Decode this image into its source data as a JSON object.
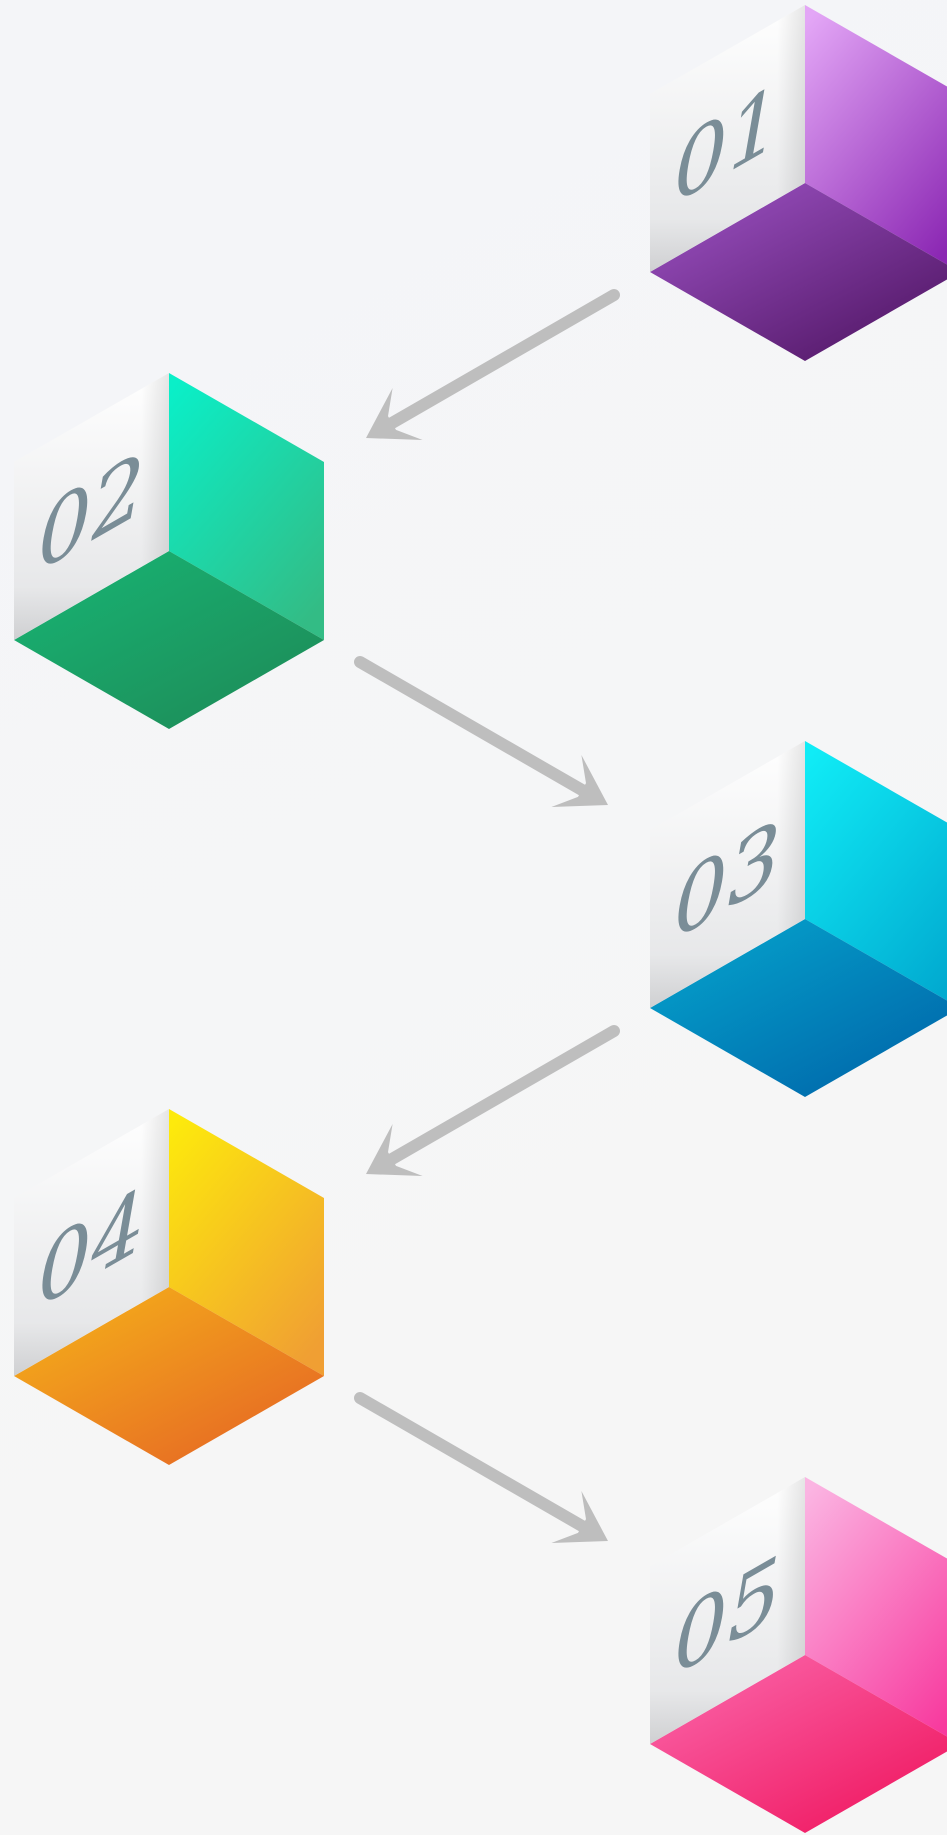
{
  "steps": [
    {
      "number": "01",
      "colors": {
        "top": [
          "#e3a6f6",
          "#8b27b3"
        ],
        "bottom": [
          "#a055c8",
          "#4d1360"
        ]
      }
    },
    {
      "number": "02",
      "colors": {
        "top": [
          "#0aefc8",
          "#33bc85"
        ],
        "bottom": [
          "#17b675",
          "#1e8a57"
        ]
      }
    },
    {
      "number": "03",
      "colors": {
        "top": [
          "#10ecf6",
          "#01aad0"
        ],
        "bottom": [
          "#05a8cf",
          "#0063a8"
        ]
      }
    },
    {
      "number": "04",
      "colors": {
        "top": [
          "#fdea0c",
          "#f09f33"
        ],
        "bottom": [
          "#f6b619",
          "#e56325"
        ]
      }
    },
    {
      "number": "05",
      "colors": {
        "top": [
          "#fbb4e2",
          "#f83a9e"
        ],
        "bottom": [
          "#fb6cb0",
          "#ef125b"
        ]
      }
    }
  ],
  "style": {
    "number_color": "#7a8d97",
    "arrow_color": "#bebebe",
    "background": [
      "#f4f5f8",
      "#f6f6f6"
    ]
  }
}
